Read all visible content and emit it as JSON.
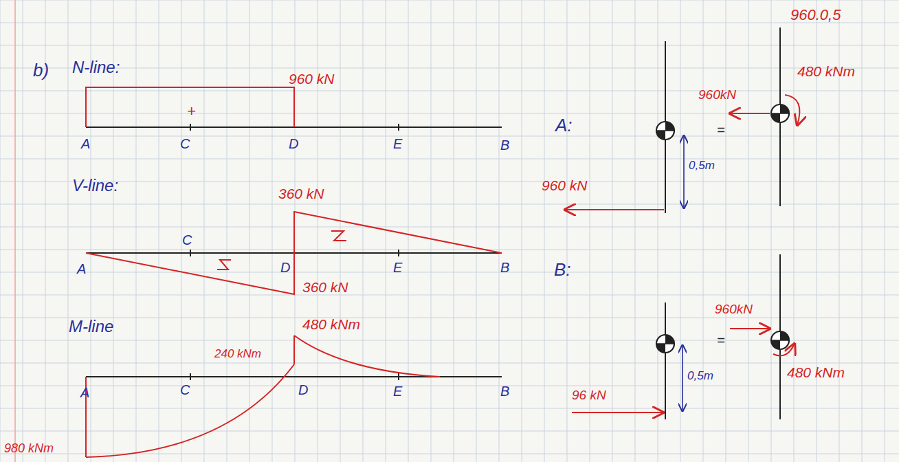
{
  "diagram": {
    "labels": [
      "b)",
      "N-line:",
      "960 kN",
      "+",
      "A",
      "C",
      "D",
      "E",
      "B",
      "V-line:",
      "360 kN",
      "A",
      "C",
      "D",
      "E",
      "B",
      "360 kN",
      "M-line",
      "480 kNm",
      "240 kNm",
      "A",
      "C",
      "D",
      "E",
      "B",
      "980 kNm",
      "960.0,5",
      "480 kNm",
      "A:",
      "960kN",
      "=",
      "960 kN",
      "0,5m",
      "B:",
      "960kN",
      "=",
      "480 kNm",
      "96 kN",
      "0,5m"
    ]
  }
}
